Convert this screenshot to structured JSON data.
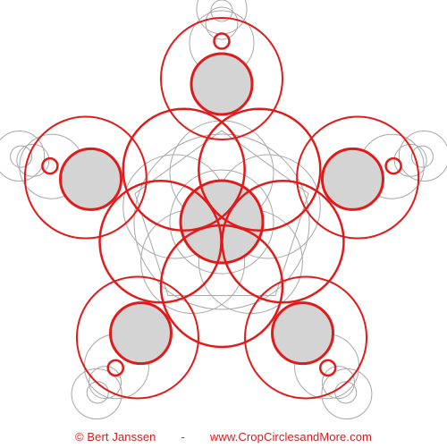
{
  "credit": {
    "author": "© Bert Janssen",
    "separator": "-",
    "website": "www.CropCirclesandMore.com"
  },
  "colors": {
    "background": "#ffffff",
    "construction_line": "#a8a8a8",
    "highlight_circle": "#e01b1b",
    "filled_disc": "#d4d4d4",
    "credit_text": "#d21f1f"
  },
  "diagram": {
    "symmetry": "five-fold",
    "description_elements": [
      "central-grey-disc",
      "five-outer-grey-discs",
      "five-small-red-rings",
      "pentagon-construction"
    ]
  }
}
